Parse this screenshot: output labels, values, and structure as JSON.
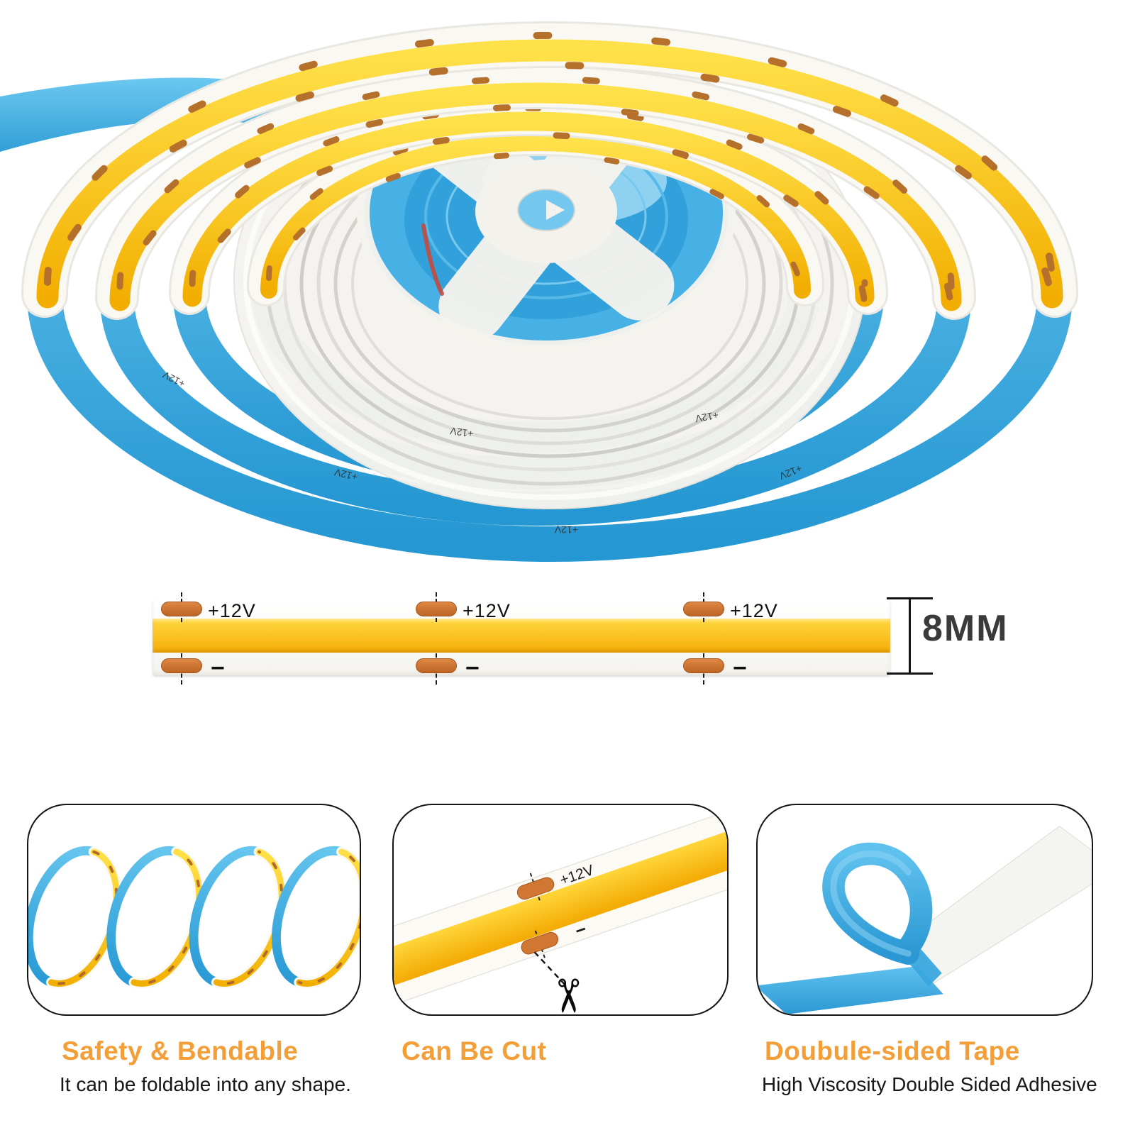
{
  "hero": {
    "voltage_label": "+12V",
    "negative_label": "−",
    "description": "reel of COB LED strip with blue backing, white PCB and yellow phosphor band"
  },
  "strip_diagram": {
    "segments": [
      {
        "plus": "+12V",
        "minus": "−"
      },
      {
        "plus": "+12V",
        "minus": "−"
      },
      {
        "plus": "+12V",
        "minus": "−"
      }
    ],
    "dimension_label": "8MM"
  },
  "features": [
    {
      "title": "Safety & Bendable",
      "subtitle": "It can be foldable into any shape."
    },
    {
      "title": "Can Be Cut",
      "subtitle": ""
    },
    {
      "title": "Doubule-sided Tape",
      "subtitle": "High Viscosity Double Sided Adhesive"
    }
  ],
  "icons": {
    "scissors": "✂"
  },
  "colors": {
    "accent_orange": "#F49E37",
    "strip_blue": "#33A9E1",
    "cob_yellow": "#FFD41C",
    "copper_pad": "#BE6F2E",
    "text_dark": "#1A1A1A"
  }
}
